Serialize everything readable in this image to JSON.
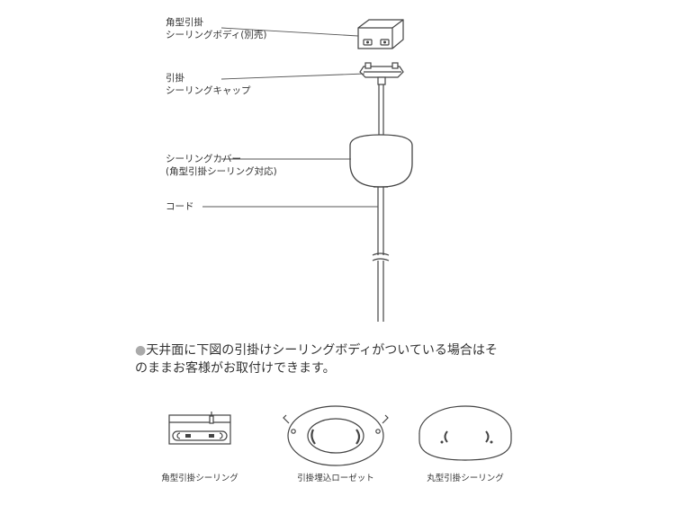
{
  "labels": {
    "body_line1": "角型引掛",
    "body_line2": "シーリングボディ(別売)",
    "cap_line1": "引掛",
    "cap_line2": "シーリングキャップ",
    "cover_line1": "シーリングカバー",
    "cover_line2": "(角型引掛シーリング対応)",
    "cord": "コード"
  },
  "note": {
    "bullet": "●",
    "line1": "天井面に下図の引掛けシーリングボディがついている場合はそ",
    "line2": "のままお客様がお取付けできます。"
  },
  "captions": {
    "square": "角型引掛シーリング",
    "embedded": "引掛埋込ローゼット",
    "round": "丸型引掛シーリング"
  }
}
